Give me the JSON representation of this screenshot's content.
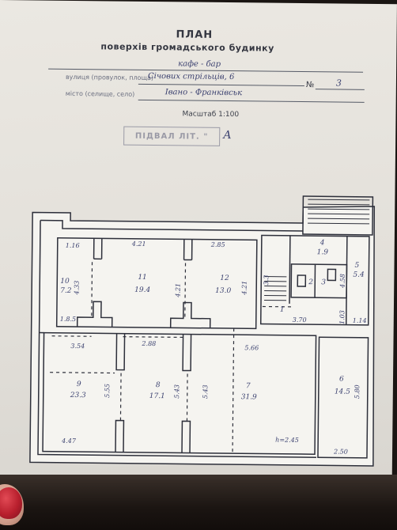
{
  "header": {
    "title": "ПЛАН",
    "subtitle": "поверхів громадського будинку"
  },
  "form": {
    "purpose_value": "кафе - бар",
    "street_label": "вулиця (провулок, площа)",
    "street_value": "Січових стрільців, 6",
    "number_label": "№",
    "number_value": "3",
    "city_label": "місто (селище, село)",
    "city_value": "Івано - Франківськ",
    "scale_text": "Масштаб 1:100"
  },
  "stamp": {
    "text": "ПІДВАЛ ЛІТ. \"",
    "mark": "А"
  },
  "rooms": [
    {
      "no": "1",
      "area": ""
    },
    {
      "no": "2",
      "area": ""
    },
    {
      "no": "3",
      "area": ""
    },
    {
      "no": "4",
      "area": "1.9"
    },
    {
      "no": "5",
      "area": "5.4"
    },
    {
      "no": "6",
      "area": "14.5"
    },
    {
      "no": "7",
      "area": "31.9"
    },
    {
      "no": "8",
      "area": "17.1"
    },
    {
      "no": "9",
      "area": "23.3"
    },
    {
      "no": "10",
      "area": "7.2"
    },
    {
      "no": "11",
      "area": "19.4"
    },
    {
      "no": "12",
      "area": "13.0"
    }
  ],
  "dimensions": {
    "d1": "1.16",
    "d2": "4.21",
    "d3": "2.85",
    "d4": "4.33",
    "d5": "1.8.5",
    "d6": "3.54",
    "d7": "2.88",
    "d8": "5.66",
    "d9": "4.21",
    "d10": "3.70",
    "d11": "1.14",
    "d12": "4.58",
    "d13": "5.55",
    "d14": "5.43",
    "d15": "5.43",
    "d16": "5.80",
    "d17": "4.47",
    "d18": "2.50",
    "d19": "h=2.45",
    "d20": "4.21",
    "d21": "3.3",
    "d22": "1.03"
  }
}
